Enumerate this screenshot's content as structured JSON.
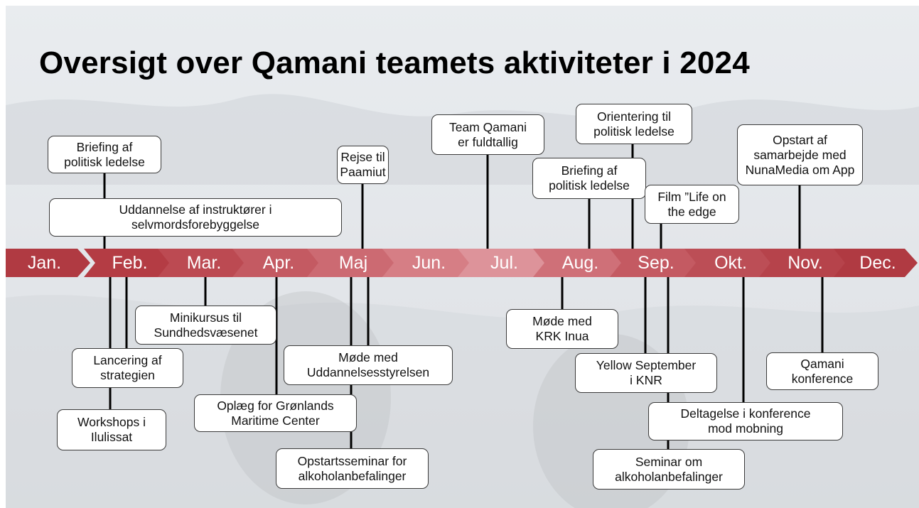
{
  "title": "Oversigt over Qamani teamets aktiviteter i 2024",
  "colors": {
    "month_fills": [
      "#b03a42",
      "#b43c44",
      "#bc4a52",
      "#c45a62",
      "#cc6a72",
      "#d67e85",
      "#dd939a",
      "#cf7078",
      "#c45a62",
      "#bc4e56",
      "#b6434b",
      "#b03a42"
    ]
  },
  "months": [
    "Jan.",
    "Feb.",
    "Mar.",
    "Apr.",
    "Maj",
    "Jun.",
    "Jul.",
    "Aug.",
    "Sep.",
    "Okt.",
    "Nov.",
    "Dec."
  ],
  "events_above": [
    {
      "id": "ev-briefing-feb",
      "label": "Briefing af\npolitisk ledelse"
    },
    {
      "id": "ev-uddannelse",
      "label": "Uddannelse af instruktører i\nselvmordsforebyggelse"
    },
    {
      "id": "ev-rejse",
      "label": "Rejse til\nPaamiut"
    },
    {
      "id": "ev-team",
      "label": "Team Qamani\ner fuldtallig"
    },
    {
      "id": "ev-orientering",
      "label": "Orientering til\npolitisk ledelse"
    },
    {
      "id": "ev-briefing-aug",
      "label": "Briefing af\npolitisk ledelse"
    },
    {
      "id": "ev-film",
      "label": "Film ”Life on\nthe edge"
    },
    {
      "id": "ev-nunamedia",
      "label": "Opstart af\nsamarbejde med\nNunaMedia om App"
    }
  ],
  "events_below": [
    {
      "id": "ev-minikursus",
      "label": "Minikursus til\nSundhedsvæsenet"
    },
    {
      "id": "ev-lancering",
      "label": "Lancering af\nstrategien"
    },
    {
      "id": "ev-workshops",
      "label": "Workshops i\nIlulissat"
    },
    {
      "id": "ev-oplaeg",
      "label": "Oplæg for Grønlands\nMaritime Center"
    },
    {
      "id": "ev-mode-udd",
      "label": "Møde med\nUddannelsesstyrelsen"
    },
    {
      "id": "ev-opstartsseminar",
      "label": "Opstartsseminar for\nalkoholanbefalinger"
    },
    {
      "id": "ev-mode-krk",
      "label": "Møde med\nKRK Inua"
    },
    {
      "id": "ev-yellow",
      "label": "Yellow September\ni KNR"
    },
    {
      "id": "ev-mobning",
      "label": "Deltagelse i konference\nmod mobning"
    },
    {
      "id": "ev-seminar-alk",
      "label": "Seminar om\nalkoholanbefalinger"
    },
    {
      "id": "ev-konference",
      "label": "Qamani\nkonference"
    }
  ]
}
